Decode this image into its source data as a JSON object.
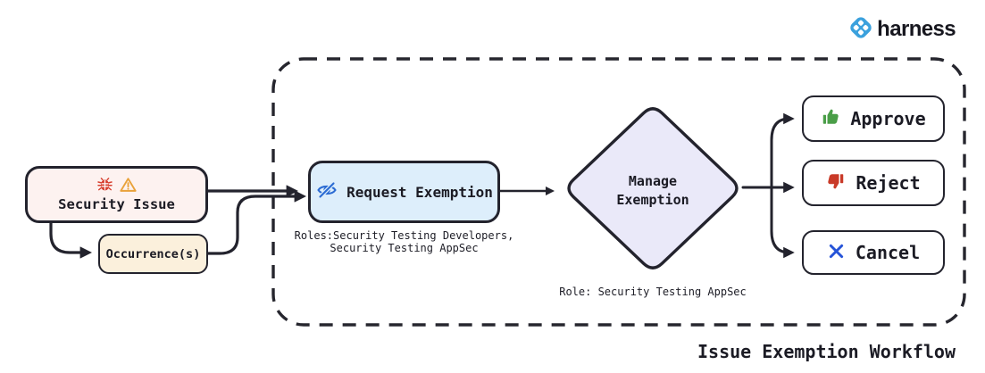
{
  "brand": {
    "name": "harness",
    "logo_icon": "harness-logo-icon",
    "logo_color": "#3ba1dd"
  },
  "diagram": {
    "title": "Issue Exemption Workflow",
    "security_issue": {
      "label": "Security Issue",
      "icons": [
        "bug-icon",
        "warning-icon"
      ]
    },
    "occurrences": {
      "label": "Occurrence(s)"
    },
    "request_exemption": {
      "label": "Request Exemption",
      "icon": "eye-slash-icon",
      "roles_line1": "Roles:Security Testing Developers,",
      "roles_line2": "Security Testing AppSec"
    },
    "manage_exemption": {
      "line1": "Manage",
      "line2": "Exemption",
      "role_caption": "Role: Security Testing AppSec"
    },
    "actions": {
      "approve": {
        "label": "Approve",
        "icon": "thumbs-up-icon",
        "icon_color": "#4a9e48"
      },
      "reject": {
        "label": "Reject",
        "icon": "thumbs-down-icon",
        "icon_color": "#c93a28"
      },
      "cancel": {
        "label": "Cancel",
        "icon": "x-icon",
        "icon_color": "#2553d8"
      }
    },
    "colors": {
      "security_issue_fill": "#fdf2f0",
      "occurrences_fill": "#fbf0dc",
      "request_exemption_fill": "#ddeefb",
      "manage_exemption_fill": "#eae9f9",
      "action_fill": "#ffffff",
      "stroke": "#23232d",
      "bug_icon": "#d7402f",
      "warning_icon": "#e9a23b",
      "eye_slash_icon": "#2b6bd3"
    }
  }
}
